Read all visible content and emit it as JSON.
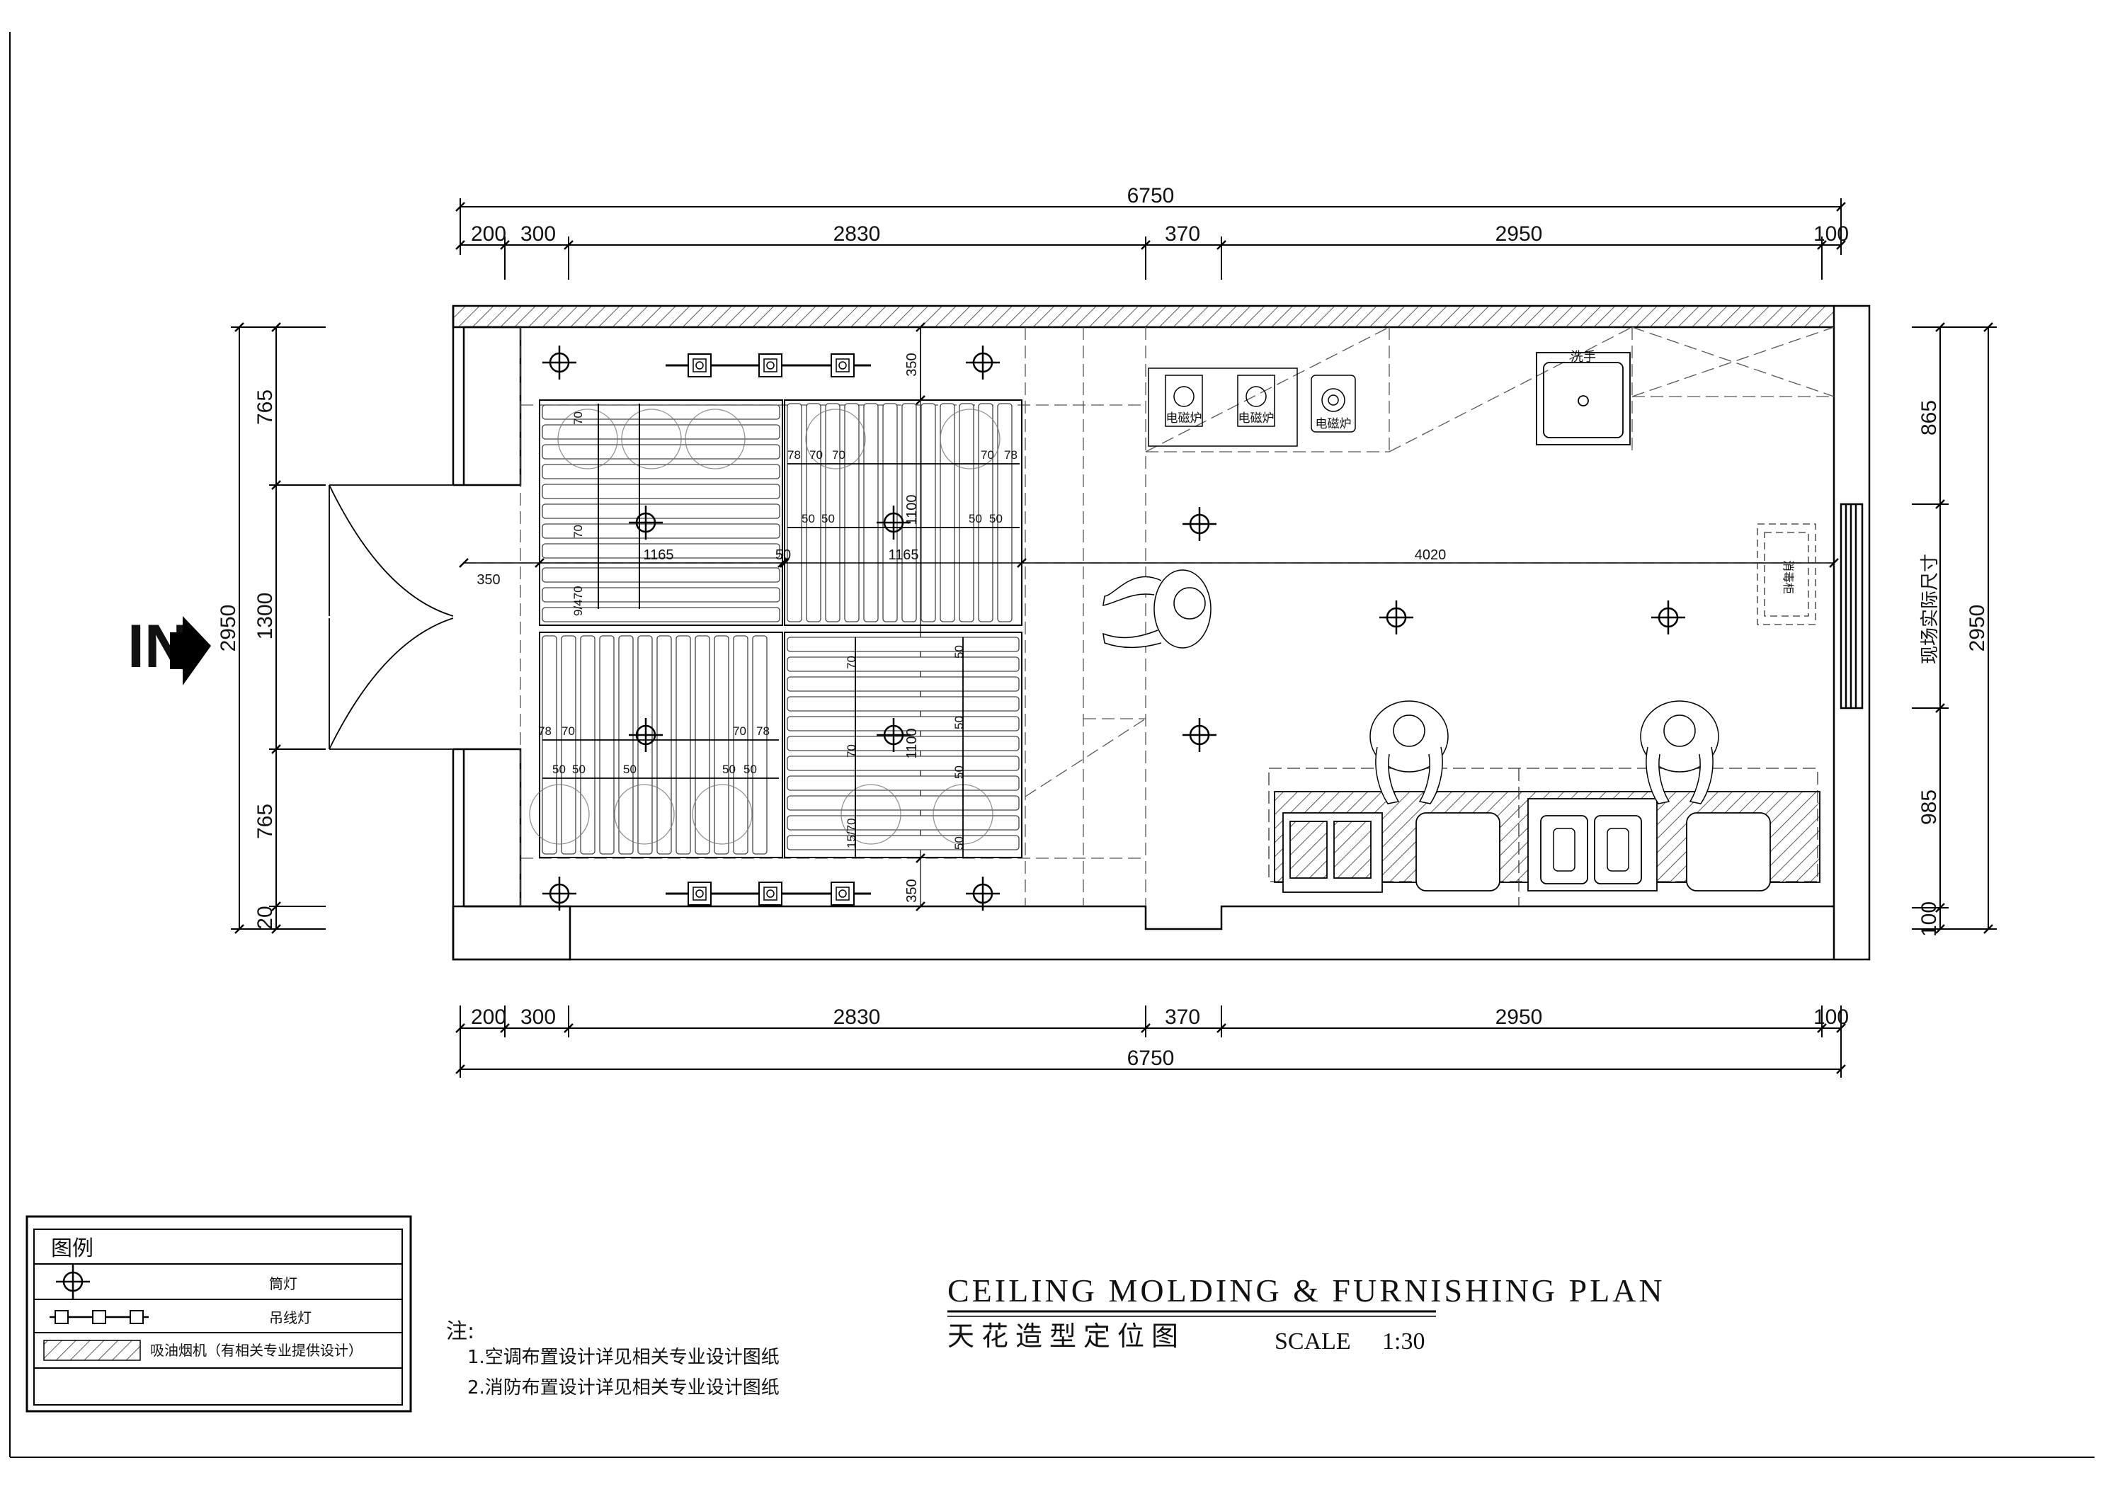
{
  "entry_label": "IN",
  "dimensions": {
    "top_total": "6750",
    "bottom_total": "6750",
    "top_segments": [
      "200",
      "300",
      "2830",
      "370",
      "2950",
      "100"
    ],
    "bottom_segments": [
      "200",
      "300",
      "2830",
      "370",
      "2950",
      "100"
    ],
    "left_total": "2950",
    "left_segments": [
      "765",
      "1300",
      "765",
      "20"
    ],
    "right_total": "2950",
    "right_segments": [
      "865",
      "985",
      "100"
    ],
    "right_note": "现场实际尺寸",
    "interior": {
      "offset_350": "350",
      "width_4020": "4020",
      "panel_1165_a": "1165",
      "gap_50": "50",
      "panel_1165_b": "1165",
      "gap_350_top": "350",
      "gap_350_bottom": "350",
      "height_1100_a": "1100",
      "height_1100_b": "1100",
      "gap_78": "78",
      "gap_70": "70",
      "gap_50b": "50",
      "gap_9470": "9/470",
      "gap_1570": "15/70"
    }
  },
  "appliances": {
    "sink_label": "洗手",
    "left_cabinet_labels": [
      "电磁炉",
      "电磁炉",
      "电磁炉"
    ],
    "wall_unit_label": "消毒柜"
  },
  "legend": {
    "title": "图例",
    "rows": [
      {
        "icon": "downlight-icon",
        "label": "筒灯"
      },
      {
        "icon": "pendant-light-icon",
        "label": "吊线灯"
      },
      {
        "icon": "range-hood-icon",
        "label": "吸油烟机（有相关专业提供设计）"
      }
    ]
  },
  "notes": {
    "heading": "注:",
    "items": [
      "1.空调布置设计详见相关专业设计图纸",
      "2.消防布置设计详见相关专业设计图纸"
    ]
  },
  "title_block": {
    "title_en": "CEILING MOLDING & FURNISHING PLAN",
    "title_cn": "天花造型定位图",
    "scale_label": "SCALE",
    "scale_value": "1:30"
  }
}
